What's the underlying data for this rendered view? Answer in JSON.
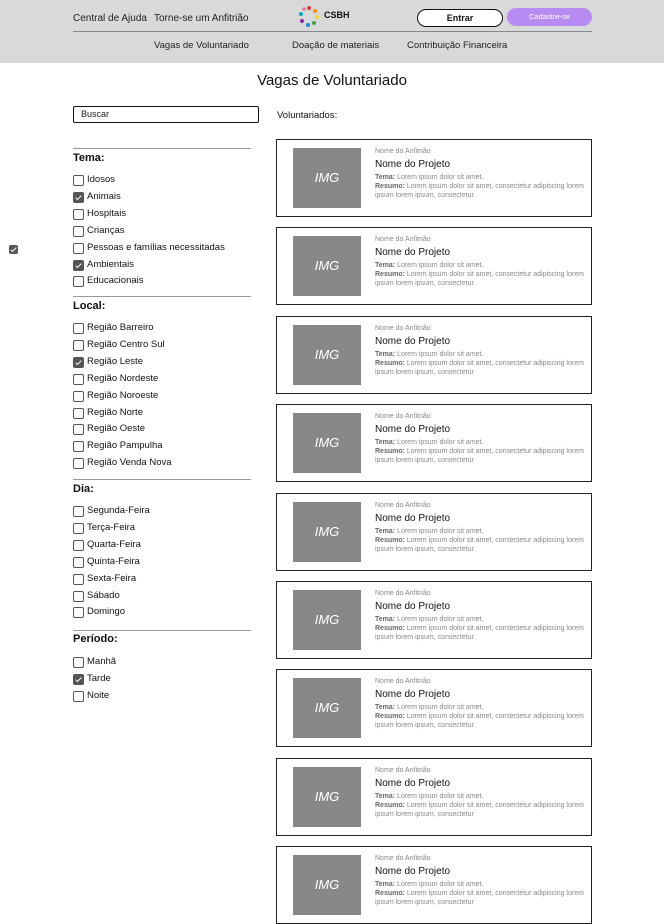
{
  "header": {
    "help_link": "Central de Ajuda",
    "host_link": "Torne-se um Anfitrião",
    "logo_text": "CSBH",
    "login_button": "Entrar",
    "signup_button": "Cadastre-se",
    "nav": [
      "Vagas de Voluntariado",
      "Doação de materiais",
      "Contribuição Financeira"
    ]
  },
  "page": {
    "title": "Vagas de Voluntariado",
    "list_label": "Voluntariados:"
  },
  "search": {
    "value": "Buscar"
  },
  "filters": {
    "tema": {
      "title": "Tema:",
      "options": [
        {
          "label": "Idosos",
          "checked": false
        },
        {
          "label": "Animais",
          "checked": true
        },
        {
          "label": "Hospitais",
          "checked": false
        },
        {
          "label": "Crianças",
          "checked": false
        },
        {
          "label": "Pessoas e famílias necessitadas",
          "checked": false
        },
        {
          "label": "Ambientais",
          "checked": true
        },
        {
          "label": "Educacionais",
          "checked": false
        }
      ]
    },
    "local": {
      "title": "Local:",
      "options": [
        {
          "label": "Região Barreiro",
          "checked": false
        },
        {
          "label": "Região Centro Sul",
          "checked": false
        },
        {
          "label": "Região Leste",
          "checked": true
        },
        {
          "label": "Região Nordeste",
          "checked": false
        },
        {
          "label": "Região Noroeste",
          "checked": false
        },
        {
          "label": "Região Norte",
          "checked": false
        },
        {
          "label": "Região Oeste",
          "checked": false
        },
        {
          "label": "Região Pampulha",
          "checked": false
        },
        {
          "label": "Região Venda Nova",
          "checked": false
        }
      ]
    },
    "dia": {
      "title": "Dia:",
      "options": [
        {
          "label": "Segunda-Feira",
          "checked": false
        },
        {
          "label": "Terça-Feira",
          "checked": false
        },
        {
          "label": "Quarta-Feira",
          "checked": false
        },
        {
          "label": "Quinta-Feira",
          "checked": false
        },
        {
          "label": "Sexta-Feira",
          "checked": false
        },
        {
          "label": "Sábado",
          "checked": false
        },
        {
          "label": "Domingo",
          "checked": false
        }
      ]
    },
    "periodo": {
      "title": "Período:",
      "options": [
        {
          "label": "Manhã",
          "checked": false
        },
        {
          "label": "Tarde",
          "checked": true
        },
        {
          "label": "Noite",
          "checked": false
        }
      ]
    }
  },
  "card_template": {
    "img_label": "IMG",
    "host": "Nome do Anfitrião",
    "title": "Nome do Projeto",
    "tema_label": "Tema:",
    "tema_text": "Lorem ipsum dolor sit amet.",
    "resumo_label": "Resumo:",
    "resumo_text": "Lorem ipsum dolor sit amet, consectetur adipiscing lorem ipsum lorem ipsum, consectetur"
  },
  "card_count": 9,
  "colors": {
    "header_bg": "#d9d9d9",
    "accent": "#b78cf2",
    "image_placeholder": "#888888"
  }
}
